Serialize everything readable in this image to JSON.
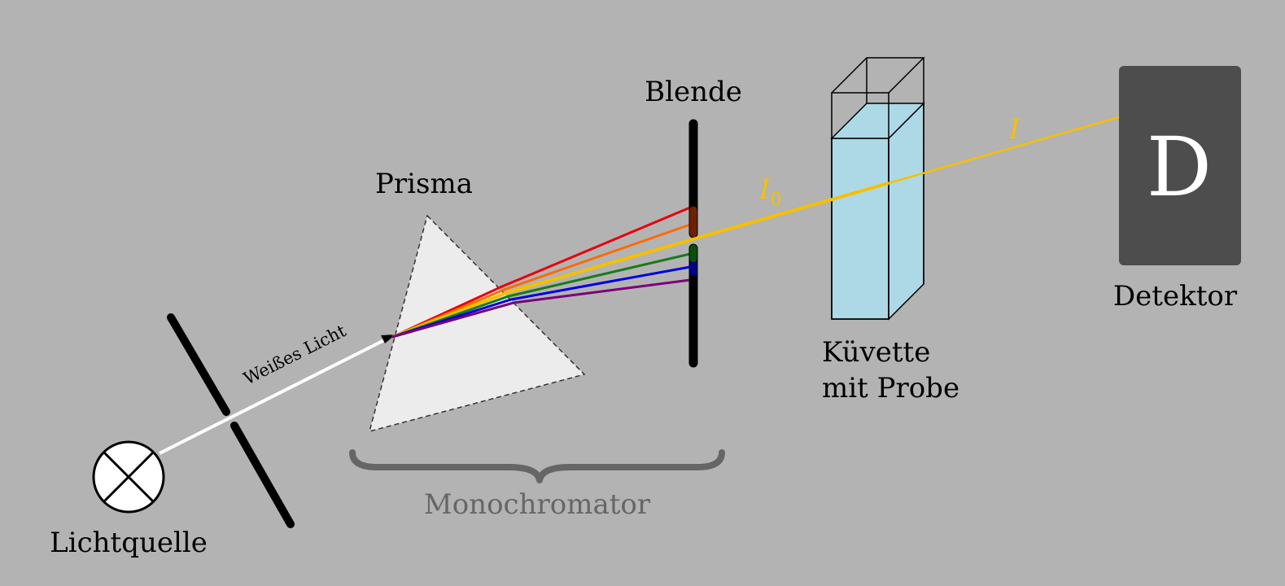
{
  "labels": {
    "light_source": "Lichtquelle",
    "white_light": "Weißes Licht",
    "prism": "Prisma",
    "aperture": "Blende",
    "cuvette_line1": "Küvette",
    "cuvette_line2": "mit Probe",
    "detector": "Detektor",
    "detector_letter": "D",
    "monochromator": "Monochromator",
    "i0_base": "I",
    "i0_sub": "0",
    "i": "I"
  },
  "colors": {
    "background": "#b3b3b3",
    "white_beam": "#ffffff",
    "selected_beam": "#f5c000",
    "cuvette_liquid": "#add8e6",
    "detector_box": "#4d4d4d",
    "prism_fill": "#ececec",
    "brace": "#666666",
    "spectrum": [
      "#e8000b",
      "#ff6a00",
      "#f5c000",
      "#1a7a1a",
      "#0000e0",
      "#7a007a"
    ]
  },
  "icons": {
    "lamp": "lamp-cross-icon",
    "arrow": "arrowhead-icon"
  }
}
